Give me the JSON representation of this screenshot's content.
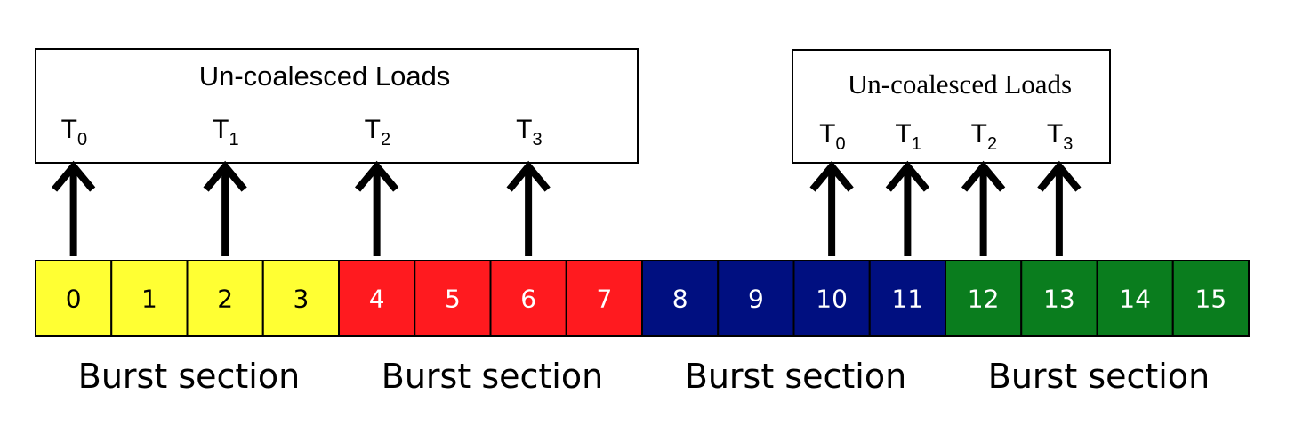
{
  "left_box": {
    "title": "Un-coalesced Loads",
    "threads": [
      {
        "base": "T",
        "sub": "0",
        "cell": 0
      },
      {
        "base": "T",
        "sub": "1",
        "cell": 2
      },
      {
        "base": "T",
        "sub": "2",
        "cell": 4
      },
      {
        "base": "T",
        "sub": "3",
        "cell": 6
      }
    ]
  },
  "right_box": {
    "title": "Un-coalesced Loads",
    "threads": [
      {
        "base": "T",
        "sub": "0",
        "cell": 10
      },
      {
        "base": "T",
        "sub": "1",
        "cell": 11
      },
      {
        "base": "T",
        "sub": "2",
        "cell": 12
      },
      {
        "base": "T",
        "sub": "3",
        "cell": 13
      }
    ]
  },
  "memory_cells": [
    {
      "label": "0",
      "color": "#ffff33"
    },
    {
      "label": "1",
      "color": "#ffff33"
    },
    {
      "label": "2",
      "color": "#ffff33"
    },
    {
      "label": "3",
      "color": "#ffff33"
    },
    {
      "label": "4",
      "color": "#ff1a1f"
    },
    {
      "label": "5",
      "color": "#ff1a1f"
    },
    {
      "label": "6",
      "color": "#ff1a1f"
    },
    {
      "label": "7",
      "color": "#ff1a1f"
    },
    {
      "label": "8",
      "color": "#000f80"
    },
    {
      "label": "9",
      "color": "#000f80"
    },
    {
      "label": "10",
      "color": "#000f80"
    },
    {
      "label": "11",
      "color": "#000f80"
    },
    {
      "label": "12",
      "color": "#0a7d1e"
    },
    {
      "label": "13",
      "color": "#0a7d1e"
    },
    {
      "label": "14",
      "color": "#0a7d1e"
    },
    {
      "label": "15",
      "color": "#0a7d1e"
    }
  ],
  "burst_sections": [
    {
      "label": "Burst section"
    },
    {
      "label": "Burst section"
    },
    {
      "label": "Burst section"
    },
    {
      "label": "Burst section"
    }
  ]
}
